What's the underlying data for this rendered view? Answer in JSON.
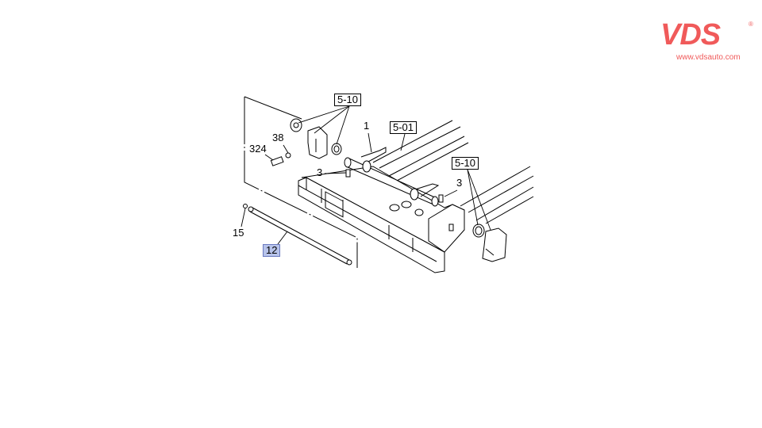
{
  "logo": {
    "brand": "VDS",
    "registered": "®",
    "url": "www.vdsauto.com",
    "color": "#f05a5a"
  },
  "diagram": {
    "callouts": [
      {
        "id": "ref-5-10-top",
        "text": "5-10",
        "boxed": true
      },
      {
        "id": "ref-5-01",
        "text": "5-01",
        "boxed": true
      },
      {
        "id": "ref-5-10-right",
        "text": "5-10",
        "boxed": true
      },
      {
        "id": "part-1",
        "text": "1"
      },
      {
        "id": "part-38",
        "text": "38"
      },
      {
        "id": "part-324",
        "text": "324"
      },
      {
        "id": "part-3-left",
        "text": "3"
      },
      {
        "id": "part-3-right",
        "text": "3"
      },
      {
        "id": "part-15",
        "text": "15"
      },
      {
        "id": "part-12",
        "text": "12",
        "highlighted": true
      }
    ],
    "highlight_color": "#b7c3ea"
  }
}
